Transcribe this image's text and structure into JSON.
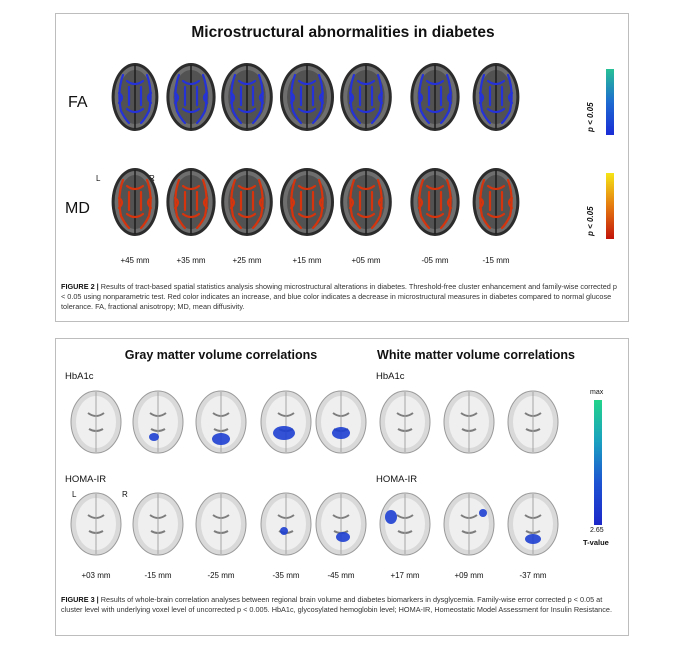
{
  "figure2": {
    "title": "Microstructural abnormalities in diabetes",
    "rows": [
      {
        "label": "FA",
        "color": "#2432d8",
        "cbar_label": "p < 0.05",
        "cbar_top": "#27c196",
        "cbar_bottom": "#1a2cd6"
      },
      {
        "label": "MD",
        "color": "#d5340d",
        "cbar_label": "p < 0.05",
        "cbar_top": "#f5e516",
        "cbar_bottom": "#c2140a"
      }
    ],
    "orientation": {
      "left": "L",
      "right": "R"
    },
    "slices": [
      "+45 mm",
      "+35 mm",
      "+25 mm",
      "+15 mm",
      "+05 mm",
      "-05 mm",
      "-15 mm"
    ],
    "caption_label": "FIGURE 2 |",
    "caption_text": "Results of tract-based spatial statistics analysis showing microstructural alterations in diabetes. Threshold-free cluster enhancement and family-wise corrected p < 0.05 using nonparametric test. Red color indicates an increase, and blue color indicates a decrease in microstructural measures in diabetes compared to normal glucose tolerance. FA, fractional anisotropy; MD, mean diffusivity."
  },
  "figure3": {
    "gray_title": "Gray matter volume correlations",
    "white_title": "White matter volume correlations",
    "row_labels": [
      "HbA1c",
      "HOMA-IR"
    ],
    "orientation": {
      "left": "L",
      "right": "R"
    },
    "gray_slices": [
      "+03 mm",
      "-15 mm",
      "-25 mm",
      "-35 mm",
      "-45 mm"
    ],
    "white_slices": [
      "+17 mm",
      "+09 mm",
      "-37 mm"
    ],
    "colorbar": {
      "max": "max",
      "min": "2.65",
      "label": "T-value",
      "top": "#22d48a",
      "bottom": "#1d28c9"
    },
    "caption_label": "FIGURE 3 |",
    "caption_text": "Results of whole-brain correlation analyses between regional brain volume and diabetes biomarkers in dysglycemia. Family-wise error corrected p < 0.05 at cluster level with underlying voxel level of uncorrected p < 0.005. HbA1c, glycosylated hemoglobin level; HOMA-IR, Homeostatic Model Assessment for Insulin Resistance."
  }
}
